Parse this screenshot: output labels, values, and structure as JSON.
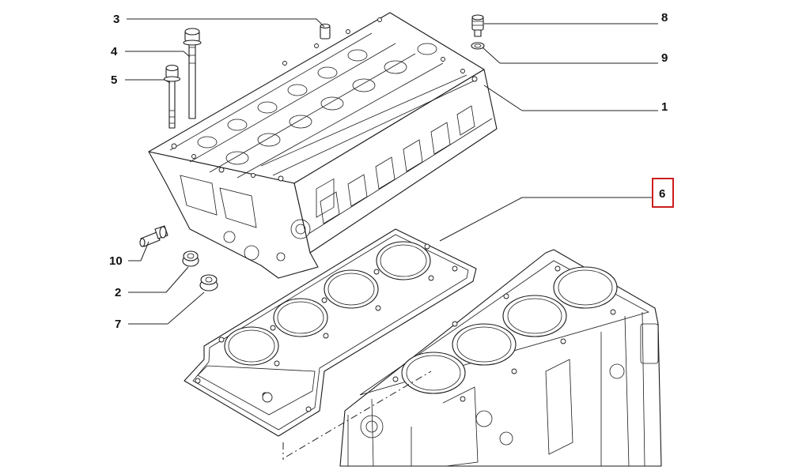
{
  "diagram": {
    "highlight_color": "#cc1e1e",
    "line_color": "#222222",
    "callouts": [
      {
        "id": "3",
        "text": "3",
        "highlighted": false
      },
      {
        "id": "4",
        "text": "4",
        "highlighted": false
      },
      {
        "id": "5",
        "text": "5",
        "highlighted": false
      },
      {
        "id": "8",
        "text": "8",
        "highlighted": false
      },
      {
        "id": "9",
        "text": "9",
        "highlighted": false
      },
      {
        "id": "1",
        "text": "1",
        "highlighted": false
      },
      {
        "id": "6",
        "text": "6",
        "highlighted": true
      },
      {
        "id": "10",
        "text": "10",
        "highlighted": false
      },
      {
        "id": "2",
        "text": "2",
        "highlighted": false
      },
      {
        "id": "7",
        "text": "7",
        "highlighted": false
      }
    ]
  }
}
